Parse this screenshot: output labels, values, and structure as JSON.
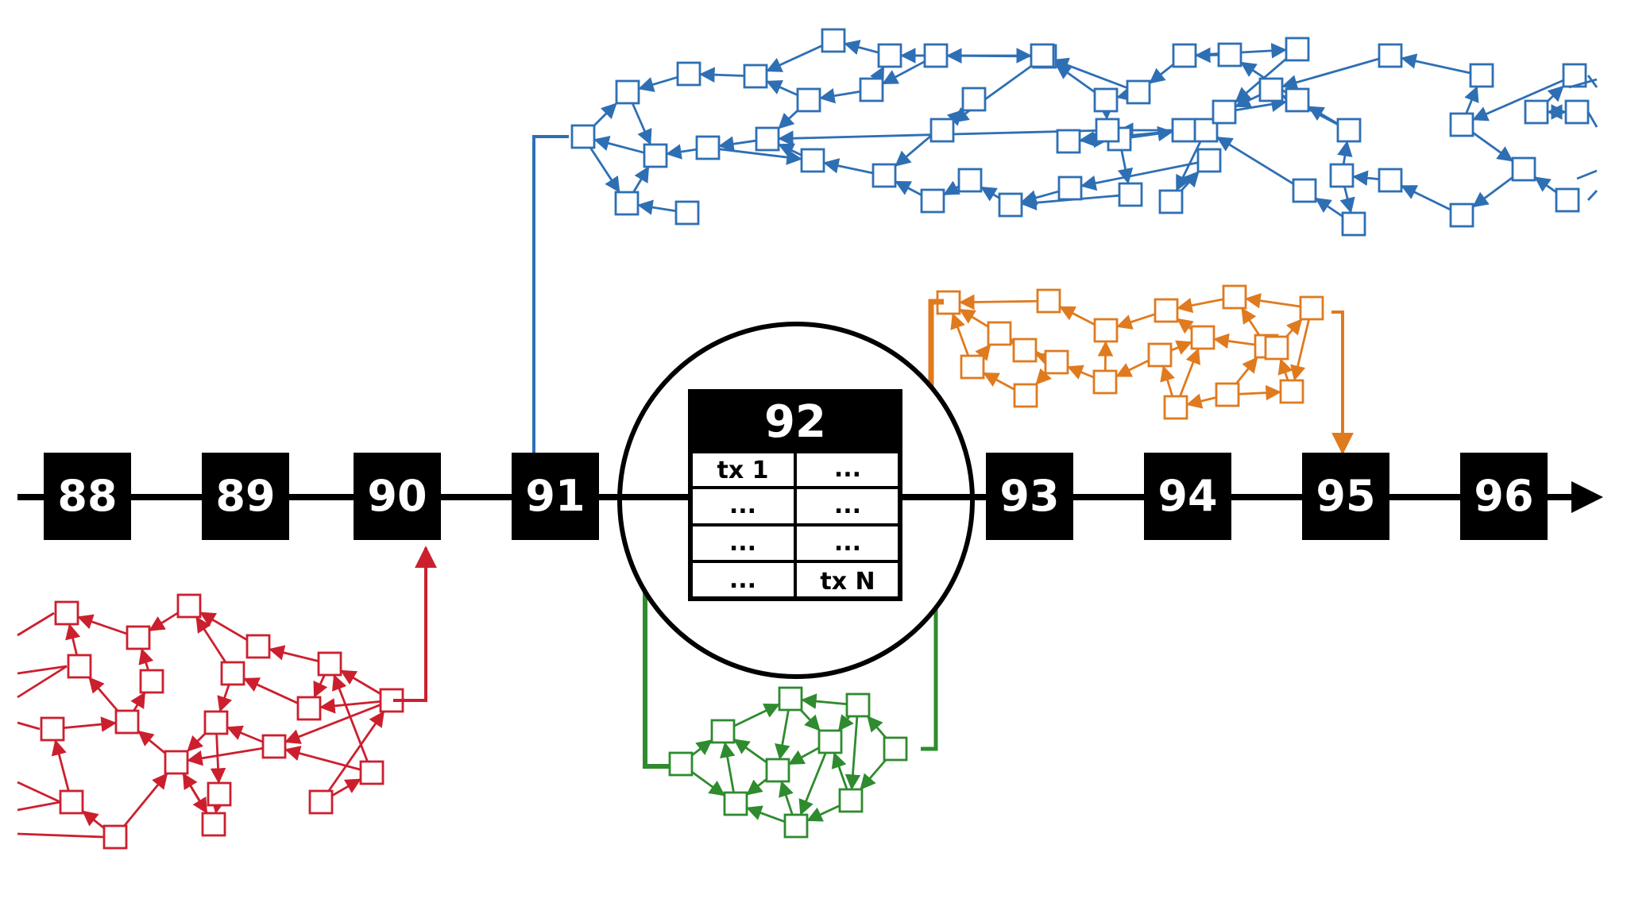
{
  "chain": {
    "blocks": [
      "88",
      "89",
      "90",
      "91",
      "92",
      "93",
      "94",
      "95",
      "96"
    ]
  },
  "zoomed_block": {
    "number": "92",
    "cells": [
      "tx 1",
      "...",
      "...",
      "...",
      "...",
      "...",
      "...",
      "tx N"
    ]
  },
  "colors": {
    "chain": "#000000",
    "blue": "#2e6fb4",
    "orange": "#e07a1f",
    "red": "#cc1f2e",
    "green": "#2e8b2e"
  },
  "clusters": [
    {
      "name": "blue-cluster",
      "color": "blue",
      "connects_to": "91"
    },
    {
      "name": "red-cluster",
      "color": "red",
      "connects_to": "90"
    },
    {
      "name": "orange-cluster",
      "color": "orange",
      "connects_to": "95",
      "from": "92 tx 1"
    },
    {
      "name": "green-cluster",
      "color": "green",
      "connects_to": "92"
    }
  ]
}
